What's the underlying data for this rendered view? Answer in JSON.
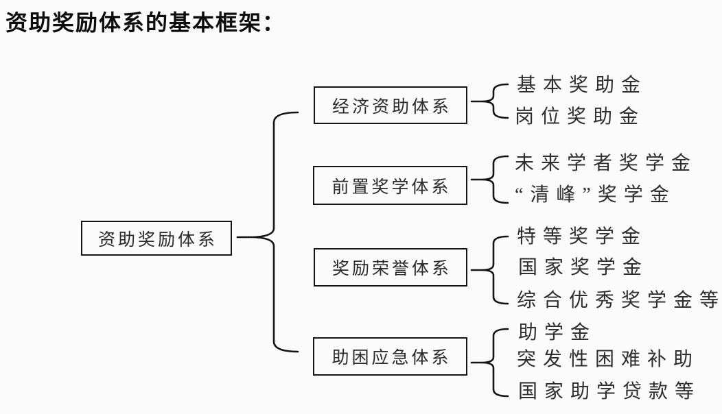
{
  "title": "资助奖励体系的基本框架：",
  "tree": {
    "root": "资助奖励体系",
    "branches": [
      {
        "label": "经济资助体系",
        "children": [
          "基本奖助金",
          "岗位奖助金"
        ]
      },
      {
        "label": "前置奖学体系",
        "children": [
          "未来学者奖学金",
          "“清峰”奖学金"
        ]
      },
      {
        "label": "奖励荣誉体系",
        "children": [
          "特等奖学金",
          "国家奖学金",
          "综合优秀奖学金等"
        ]
      },
      {
        "label": "助困应急体系",
        "children": [
          "助学金",
          "突发性困难补助",
          "国家助学贷款等"
        ]
      }
    ]
  },
  "colors": {
    "ink": "#1b1b1b",
    "background": "#fbfbfb"
  }
}
